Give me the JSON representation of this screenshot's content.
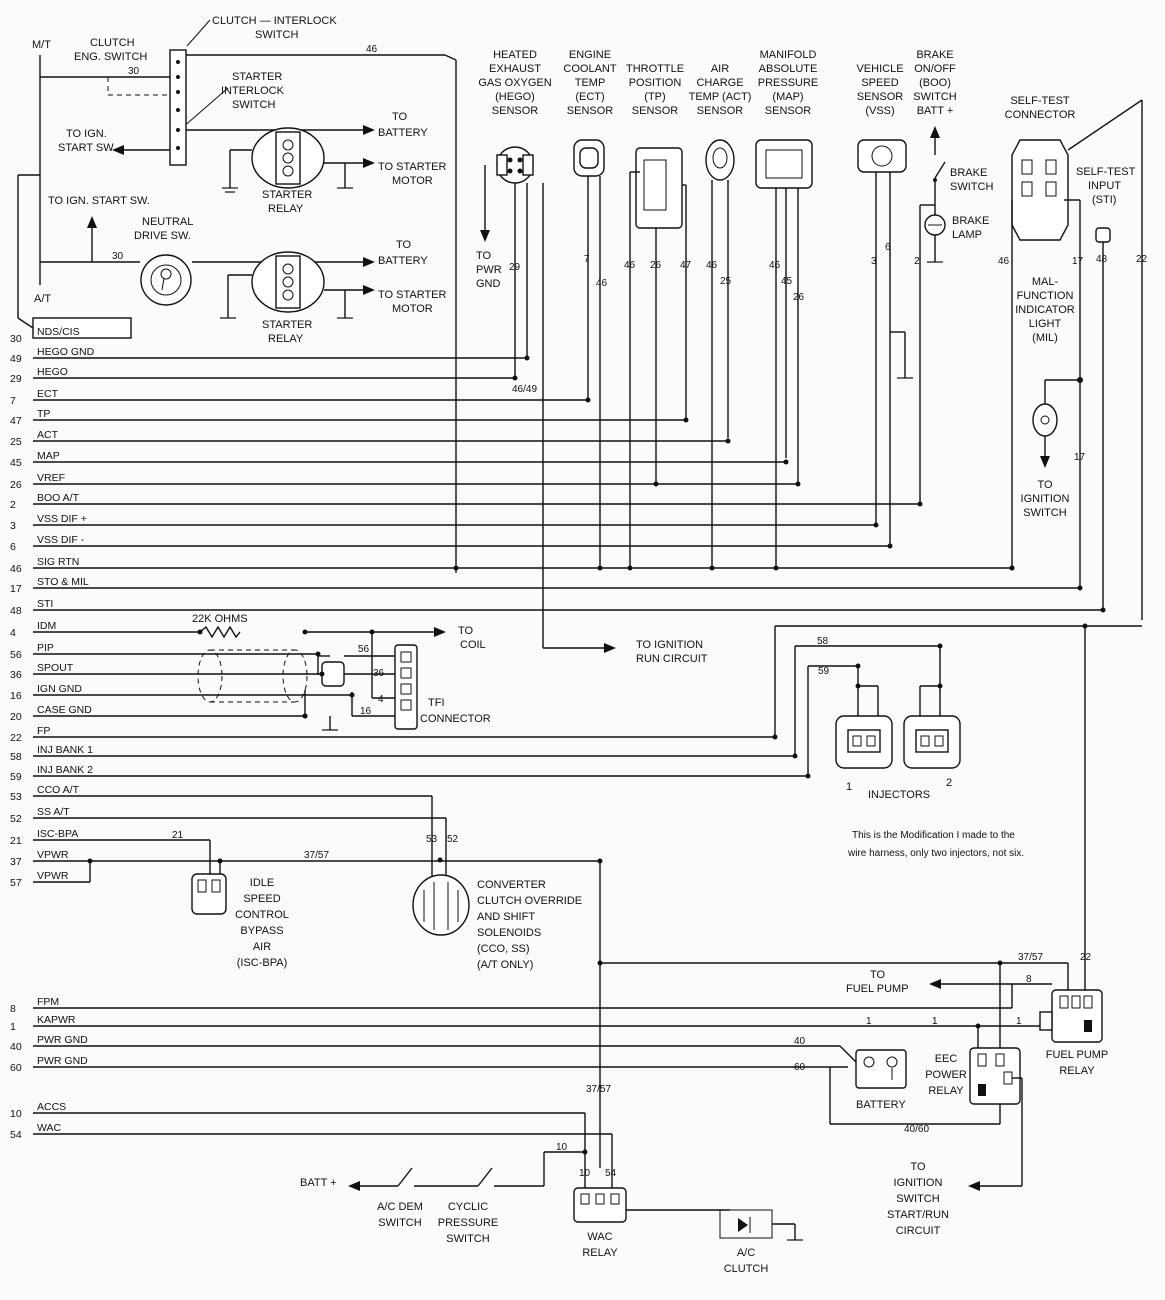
{
  "left_column": {
    "title_mt": "M/T",
    "title_at": "A/T",
    "clutch_eng_switch": [
      "CLUTCH",
      "ENG. SWITCH"
    ],
    "clutch_interlock_switch": [
      "CLUTCH — INTERLOCK",
      "SWITCH"
    ],
    "starter_interlock_switch": [
      "STARTER",
      "INTERLOCK",
      "SWITCH"
    ],
    "to_ign_start_sw_1": [
      "TO IGN.",
      "START SW."
    ],
    "to_battery_1": [
      "TO",
      "BATTERY"
    ],
    "to_starter_motor_1": [
      "TO STARTER",
      "MOTOR"
    ],
    "starter_relay_1": [
      "STARTER",
      "RELAY"
    ],
    "to_ign_start_sw_2": "TO IGN. START SW.",
    "neutral_drive_sw": [
      "NEUTRAL",
      "DRIVE SW."
    ],
    "to_battery_2": [
      "TO",
      "BATTERY"
    ],
    "to_starter_motor_2": [
      "TO STARTER",
      "MOTOR"
    ],
    "starter_relay_2": [
      "STARTER",
      "RELAY"
    ],
    "pin_30_a": "30",
    "pin_30_b": "30",
    "pin_46_top": "46"
  },
  "sensors": [
    {
      "key": "hego",
      "lines": [
        "HEATED",
        "EXHAUST",
        "GAS OXYGEN",
        "(HEGO)",
        "SENSOR"
      ]
    },
    {
      "key": "ect",
      "lines": [
        "ENGINE",
        "COOLANT",
        "TEMP",
        "(ECT)",
        "SENSOR"
      ]
    },
    {
      "key": "tp",
      "lines": [
        "THROTTLE",
        "POSITION",
        "(TP)",
        "SENSOR"
      ]
    },
    {
      "key": "act",
      "lines": [
        "AIR",
        "CHARGE",
        "TEMP (ACT)",
        "SENSOR"
      ]
    },
    {
      "key": "map",
      "lines": [
        "MANIFOLD",
        "ABSOLUTE",
        "PRESSURE",
        "(MAP)",
        "SENSOR"
      ]
    },
    {
      "key": "vss",
      "lines": [
        "VEHICLE",
        "SPEED",
        "SENSOR",
        "(VSS)"
      ]
    },
    {
      "key": "boo",
      "lines": [
        "BRAKE",
        "ON/OFF",
        "(BOO)",
        "SWITCH",
        "BATT +"
      ]
    },
    {
      "key": "selftest",
      "lines": [
        "SELF-TEST",
        "CONNECTOR"
      ]
    }
  ],
  "sensor_pins": {
    "hego_29": "29",
    "to_pwr_gnd": [
      "TO",
      "PWR",
      "GND"
    ],
    "ect_7": "7",
    "ect_46": "46",
    "tp_46": "46",
    "tp_26": "26",
    "tp_47": "47",
    "act_46": "46",
    "act_25": "25",
    "map_46": "46",
    "map_45": "45",
    "map_26": "26",
    "vss_3": "3",
    "vss_6": "6",
    "boo_2": "2",
    "brake_switch": [
      "BRAKE",
      "SWITCH"
    ],
    "brake_lamp": [
      "BRAKE",
      "LAMP"
    ],
    "st_46": "46",
    "st_17": "17",
    "st_48": "48",
    "st_22": "22",
    "self_test_input": [
      "SELF-TEST",
      "INPUT",
      "(STI)"
    ],
    "mil": [
      "MAL-",
      "FUNCTION",
      "INDICATOR",
      "LIGHT",
      "(MIL)"
    ],
    "mil_17": "17",
    "to_ignition_switch": [
      "TO",
      "IGNITION",
      "SWITCH"
    ],
    "junction_46_49": "46/49"
  },
  "signals": [
    {
      "pin": "30",
      "name": "NDS/CIS"
    },
    {
      "pin": "49",
      "name": "HEGO GND"
    },
    {
      "pin": "29",
      "name": "HEGO"
    },
    {
      "pin": "7",
      "name": "ECT"
    },
    {
      "pin": "47",
      "name": "TP"
    },
    {
      "pin": "25",
      "name": "ACT"
    },
    {
      "pin": "45",
      "name": "MAP"
    },
    {
      "pin": "26",
      "name": "VREF"
    },
    {
      "pin": "2",
      "name": "BOO A/T"
    },
    {
      "pin": "3",
      "name": "VSS DIF +"
    },
    {
      "pin": "6",
      "name": "VSS DIF -"
    },
    {
      "pin": "46",
      "name": "SIG RTN"
    },
    {
      "pin": "17",
      "name": "STO & MIL"
    },
    {
      "pin": "48",
      "name": "STI"
    },
    {
      "pin": "4",
      "name": "IDM"
    },
    {
      "pin": "56",
      "name": "PIP"
    },
    {
      "pin": "36",
      "name": "SPOUT"
    },
    {
      "pin": "16",
      "name": "IGN GND"
    },
    {
      "pin": "20",
      "name": "CASE GND"
    },
    {
      "pin": "22",
      "name": "FP"
    },
    {
      "pin": "58",
      "name": "INJ BANK 1"
    },
    {
      "pin": "59",
      "name": "INJ BANK 2"
    },
    {
      "pin": "53",
      "name": "CCO A/T"
    },
    {
      "pin": "52",
      "name": "SS A/T"
    },
    {
      "pin": "21",
      "name": "ISC-BPA"
    },
    {
      "pin": "37",
      "name": "VPWR"
    },
    {
      "pin": "57",
      "name": "VPWR"
    }
  ],
  "signals_lower": [
    {
      "pin": "8",
      "name": "FPM"
    },
    {
      "pin": "1",
      "name": "KAPWR"
    },
    {
      "pin": "40",
      "name": "PWR GND"
    },
    {
      "pin": "60",
      "name": "PWR GND"
    },
    {
      "pin": "10",
      "name": "ACCS"
    },
    {
      "pin": "54",
      "name": "WAC"
    }
  ],
  "middle": {
    "to_ignition_run": [
      "TO IGNITION",
      "RUN CIRCUIT"
    ],
    "res_22k": "22K OHMS",
    "to_coil": [
      "TO",
      "COIL"
    ],
    "tfi_connector": [
      "TFI",
      "CONNECTOR"
    ],
    "tfi_56": "56",
    "tfi_36": "36",
    "tfi_4": "4",
    "tfi_16": "16",
    "inj_58": "58",
    "inj_59": "59",
    "injectors": "INJECTORS",
    "inj_1": "1",
    "inj_2": "2",
    "note": [
      "This is the Modification I made to the",
      "wire harness, only two injectors, not six."
    ],
    "pin_21": "21",
    "pin_37_57": "37/57",
    "pin_53": "53",
    "pin_52": "52",
    "isc": [
      "IDLE",
      "SPEED",
      "CONTROL",
      "BYPASS",
      "AIR",
      "(ISC-BPA)"
    ],
    "cco": [
      "CONVERTER",
      "CLUTCH OVERRIDE",
      "AND SHIFT",
      "SOLENOIDS",
      "(CCO, SS)",
      "(A/T ONLY)"
    ]
  },
  "bottom": {
    "to_fuel_pump": [
      "TO",
      "FUEL PUMP"
    ],
    "fuel_pump_relay": [
      "FUEL PUMP",
      "RELAY"
    ],
    "eec_power_relay": [
      "EEC",
      "POWER",
      "RELAY"
    ],
    "battery": "BATTERY",
    "fp_37_57": "37/57",
    "fp_22": "22",
    "fp_8": "8",
    "kap_1a": "1",
    "kap_1b": "1",
    "kap_1c": "1",
    "gnd_40": "40",
    "gnd_60": "60",
    "gnd_40_60": "40/60",
    "to_ign_startrun": [
      "TO",
      "IGNITION",
      "SWITCH",
      "START/RUN",
      "CIRCUIT"
    ],
    "wac_37_57": "37/57",
    "wac_10_a": "10",
    "wac_10_b": "10",
    "wac_54": "54",
    "batt_plus": "BATT +",
    "ac_dem_switch": [
      "A/C DEM",
      "SWITCH"
    ],
    "cyclic_pressure_switch": [
      "CYCLIC",
      "PRESSURE",
      "SWITCH"
    ],
    "wac_relay": [
      "WAC",
      "RELAY"
    ],
    "ac_clutch": [
      "A/C",
      "CLUTCH"
    ]
  }
}
